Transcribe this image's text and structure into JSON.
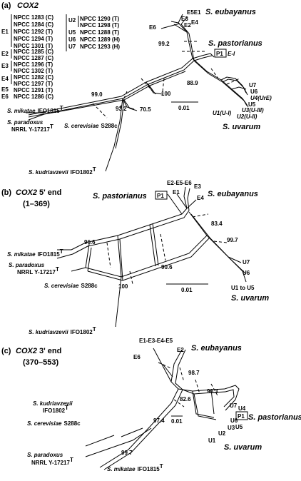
{
  "panel_a": {
    "label": "(a)",
    "title": "COX2",
    "groups": {
      "E1": "E1",
      "E2": "E2",
      "E3": "E3",
      "E4": "E4",
      "E5": "E5",
      "E6": "E6",
      "U2": "U2",
      "U5": "U5",
      "U6": "U6",
      "U7": "U7"
    },
    "strains_left": [
      "NPCC 1283 (C)",
      "NPCC 1284 (C)",
      "NPCC 1292 (T)",
      "NPCC 1294 (T)",
      "NPCC 1301 (T)",
      "NPCC 1285 (C)",
      "NPCC 1287 (C)",
      "NPCC 1296 (T)",
      "NPCC 1302 (T)",
      "NPCC 1282 (C)",
      "NPCC 1297 (T)",
      "NPCC 1291 (T)",
      "NPCC 1286 (C)"
    ],
    "strains_right": [
      "NPCC 1290 (T)",
      "NPCC 1298 (T)",
      "NPCC 1288 (T)",
      "NPCC 1289 (H)",
      "NPCC 1293 (H)"
    ],
    "taxa": {
      "eubayanus": "S. eubayanus",
      "pastorianus": "S. pastorianus",
      "uvarum": "S. uvarum",
      "mikatae": "S. mikatae",
      "mikatae_strain": "IFO1815",
      "paradoxus": "S. paradoxus",
      "paradoxus_strain": "NRRL Y-17217",
      "cerevisiae": "S. cerevisiae",
      "cerevisiae_strain": "S288c",
      "kudriavzevii": "S. kudriavzevii",
      "kudriavzevii_strain": "IFO1802"
    },
    "tips": {
      "e5e1": "E5E1",
      "e3": "E3",
      "e2": "E2",
      "e4": "E4",
      "e6": "E6",
      "p1": "P1",
      "ei": "E-I",
      "u7": "U7",
      "u6": "U6",
      "u4": "U4(UrE)",
      "u5": "U5",
      "u3": "U3(U-III)",
      "u1": "U1(U-I)",
      "u2": "U2(U-II)"
    },
    "bootstrap": {
      "b992": "99.2",
      "b889": "88.9",
      "b990": "99.0",
      "b932": "93.2",
      "b705": "70.5",
      "b100": "100"
    },
    "scale": "0.01",
    "superscript": "T"
  },
  "panel_b": {
    "label": "(b)",
    "title": "COX2",
    "title_suffix": "5' end",
    "range": "(1–369)",
    "tips": {
      "e256": "E2-E5-E6",
      "e3": "E3",
      "e1": "E1",
      "e4": "E4",
      "p1": "P1",
      "u7": "U7",
      "u6": "U6",
      "u1u5": "U1 to U5"
    },
    "taxa": {
      "pastorianus": "S. pastorianus",
      "eubayanus": "S. eubayanus",
      "uvarum": "S. uvarum",
      "mikatae": "S. mikatae",
      "mikatae_strain": "IFO1815",
      "paradoxus": "S. paradoxus",
      "paradoxus_strain": "NRRL Y-17217",
      "cerevisiae": "S. cerevisiae",
      "cerevisiae_strain": "S288c",
      "kudriavzevii": "S. kudriavzevii",
      "kudriavzevii_strain": "IFO1802"
    },
    "bootstrap": {
      "b834": "83.4",
      "b966": "96.6",
      "b906": "90.6",
      "b997": "99.7",
      "b100": "100"
    },
    "scale": "0.01",
    "superscript": "T"
  },
  "panel_c": {
    "label": "(c)",
    "title": "COX2",
    "title_suffix": "3' end",
    "range": "(370–553)",
    "tips": {
      "e1345": "E1-E3-E4-E5",
      "e2": "E2",
      "e6": "E6",
      "u7": "U7",
      "u4": "U4",
      "p1": "P1",
      "u6": "U6",
      "u5": "U5",
      "u3": "U3",
      "u2": "U2",
      "u1": "U1"
    },
    "taxa": {
      "eubayanus": "S. eubayanus",
      "pastorianus": "S. pastorianus",
      "uvarum": "S. uvarum",
      "kudriavzevii": "S. kudriavzevii",
      "kudriavzevii_strain": "IFO1802",
      "cerevisiae": "S. cerevisiae",
      "cerevisiae_strain": "S288c",
      "paradoxus": "S. paradoxus",
      "paradoxus_strain": "NRRL Y-17217",
      "mikatae": "S. mikatae",
      "mikatae_strain": "IFO1815"
    },
    "bootstrap": {
      "b987": "98.7",
      "b903": "90.3",
      "b826": "82.6",
      "b974": "97.4",
      "b997": "99.7"
    },
    "scale": "0.01",
    "superscript": "T"
  }
}
